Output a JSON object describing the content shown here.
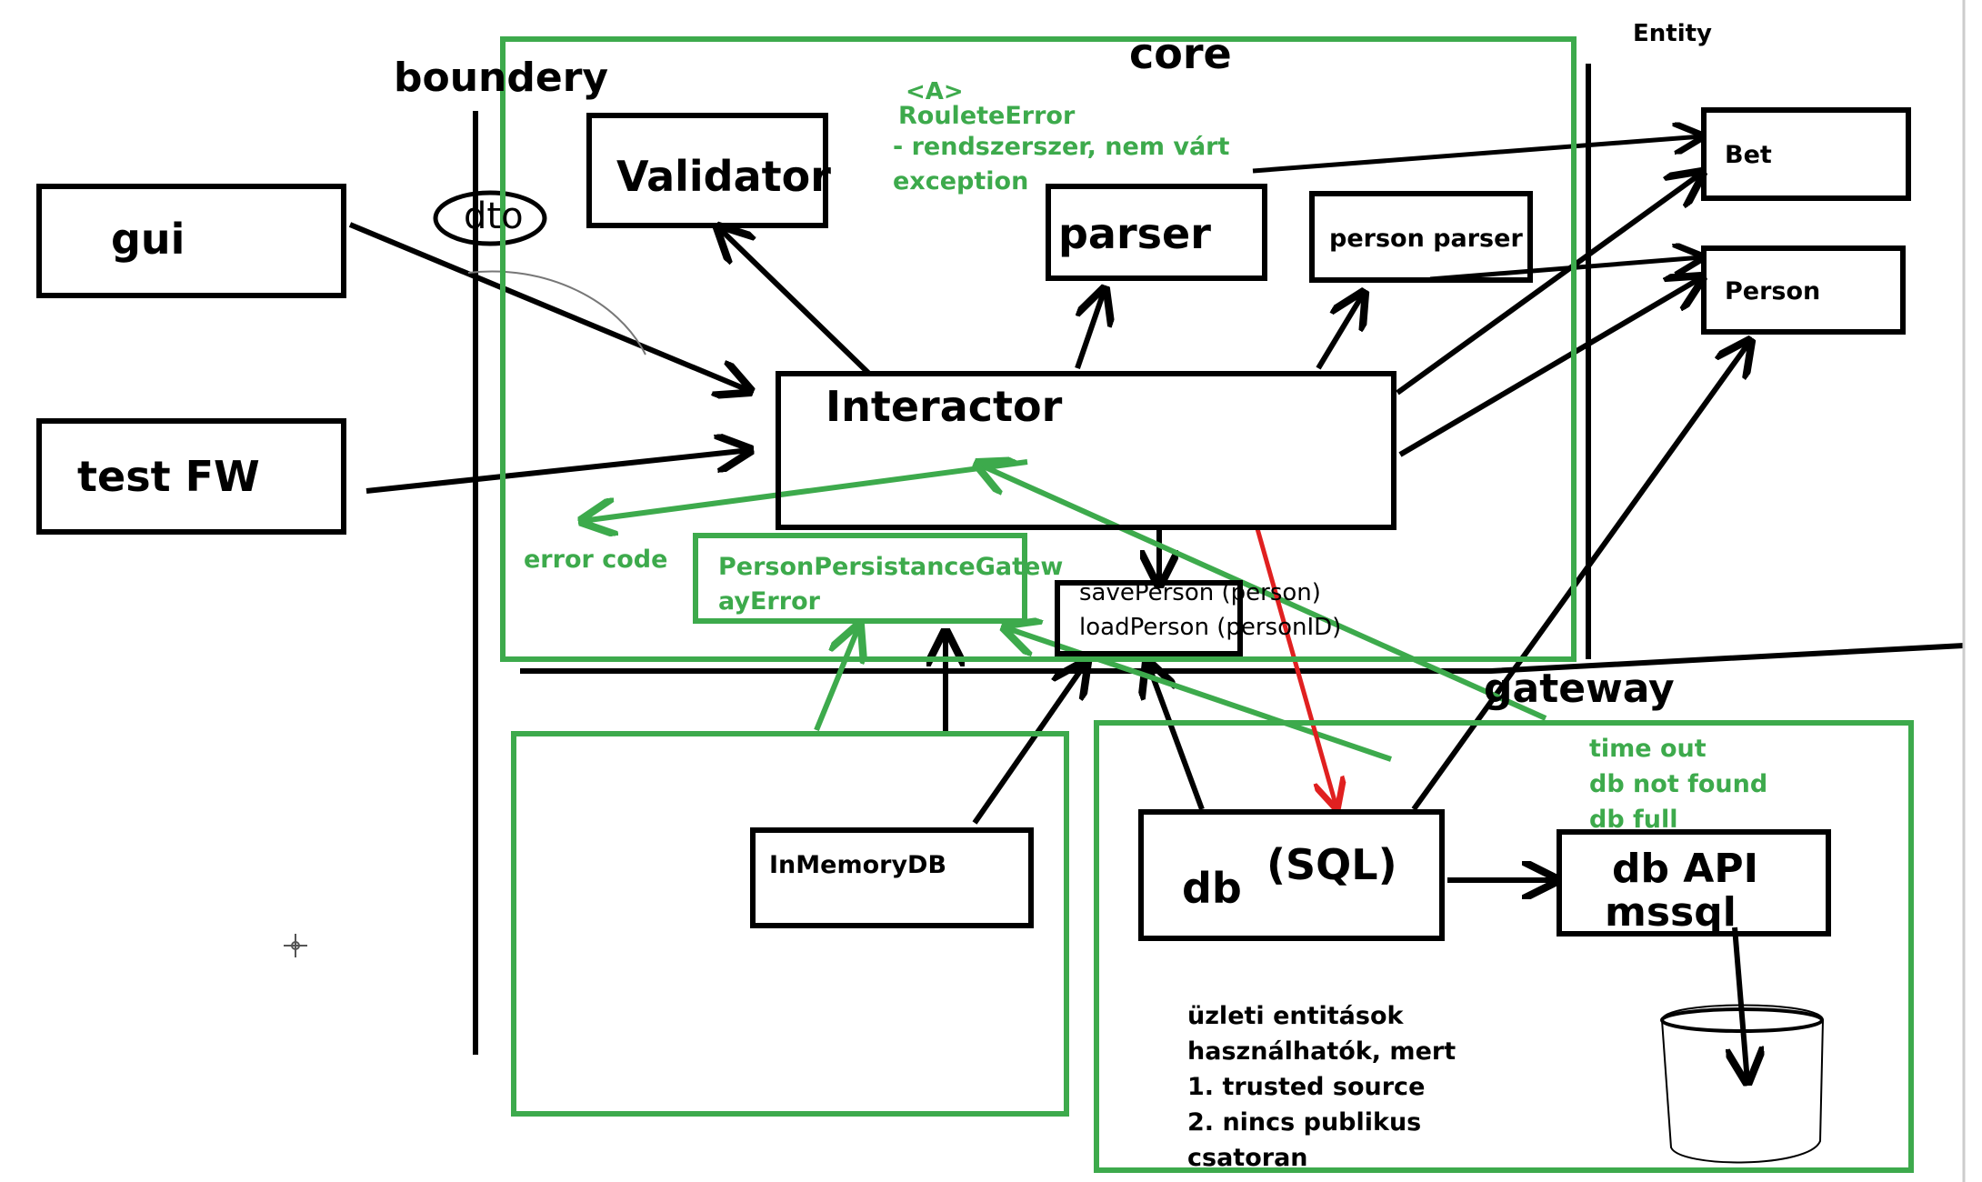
{
  "labels": {
    "core": "core",
    "boundery": "boundery",
    "entity": "Entity",
    "gateway": "gateway",
    "dto": "dto",
    "gui": "gui",
    "test_fw": "test FW",
    "validator": "Validator",
    "parser": "parser",
    "person_parser": "person parser",
    "interactor": "Interactor",
    "bet": "Bet",
    "person": "Person",
    "inmemorydb": "InMemoryDB",
    "db": "db",
    "sql": "(SQL)",
    "db_api_line1": "db API",
    "db_api_line2": "mssql",
    "save_person": "savePerson (person)",
    "load_person": "loadPerson (personID)"
  },
  "notes": {
    "roulette_tag": "<A>",
    "roulette_name": "RouleteError",
    "roulette_desc1": "- rendszerszer, nem várt",
    "roulette_desc2": "exception",
    "error_code": "error code",
    "ppg_error_line1": "PersonPersistanceGatew",
    "ppg_error_line2": "ayError",
    "db_errors": [
      "time out",
      "db not found",
      "db full"
    ],
    "business_note": [
      "üzleti entitások",
      "használhatók, mert",
      "1. trusted source",
      "2. nincs publikus",
      "csatoran"
    ]
  },
  "colors": {
    "ink": "#000000",
    "annotation_green": "#3daa4c",
    "highlight_red": "#e02020"
  }
}
